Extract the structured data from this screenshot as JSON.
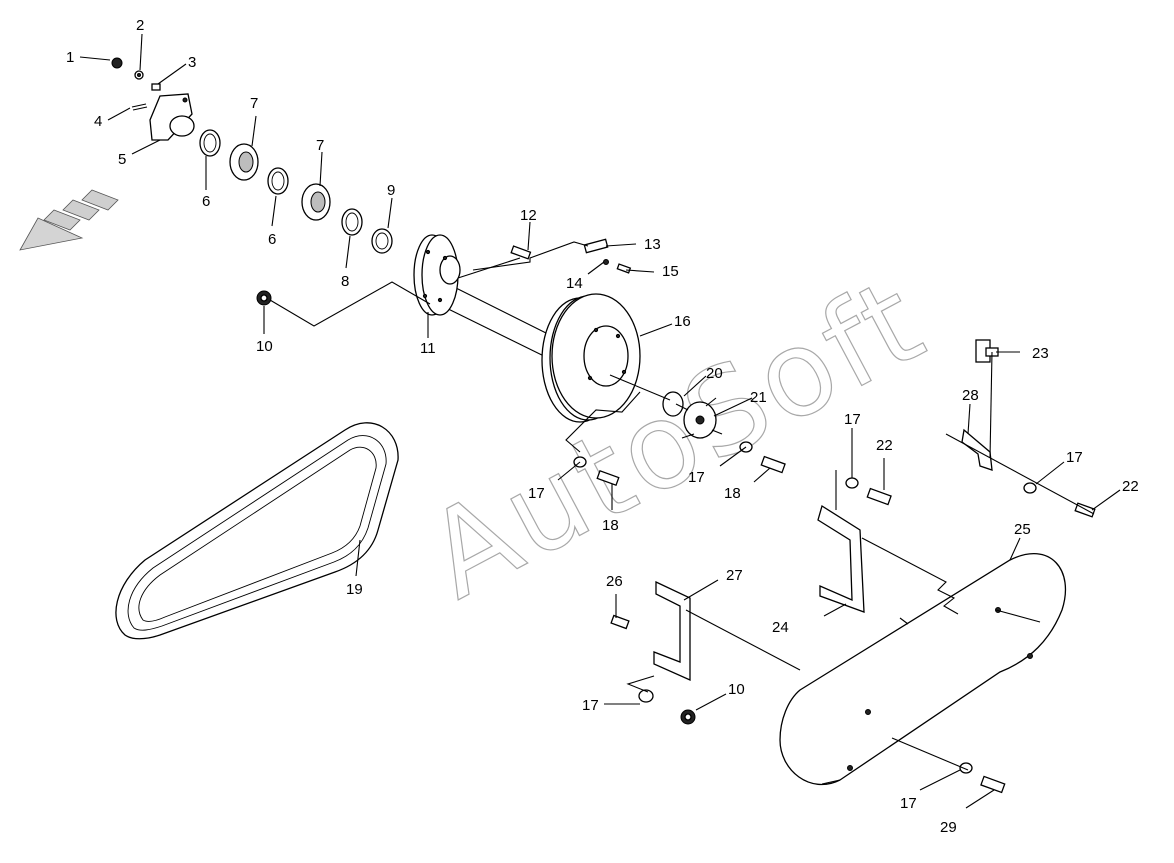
{
  "watermark": "AutoSoft",
  "callouts": [
    "1",
    "2",
    "3",
    "4",
    "5",
    "6",
    "6",
    "7",
    "7",
    "8",
    "9",
    "10",
    "11",
    "12",
    "13",
    "14",
    "15",
    "16",
    "20",
    "21",
    "17",
    "17",
    "18",
    "18",
    "17",
    "22",
    "23",
    "28",
    "17",
    "22",
    "19",
    "25",
    "24",
    "26",
    "27",
    "10",
    "17",
    "17",
    "29"
  ],
  "icons": {
    "direction_arrow": "front-direction-arrow-icon"
  }
}
